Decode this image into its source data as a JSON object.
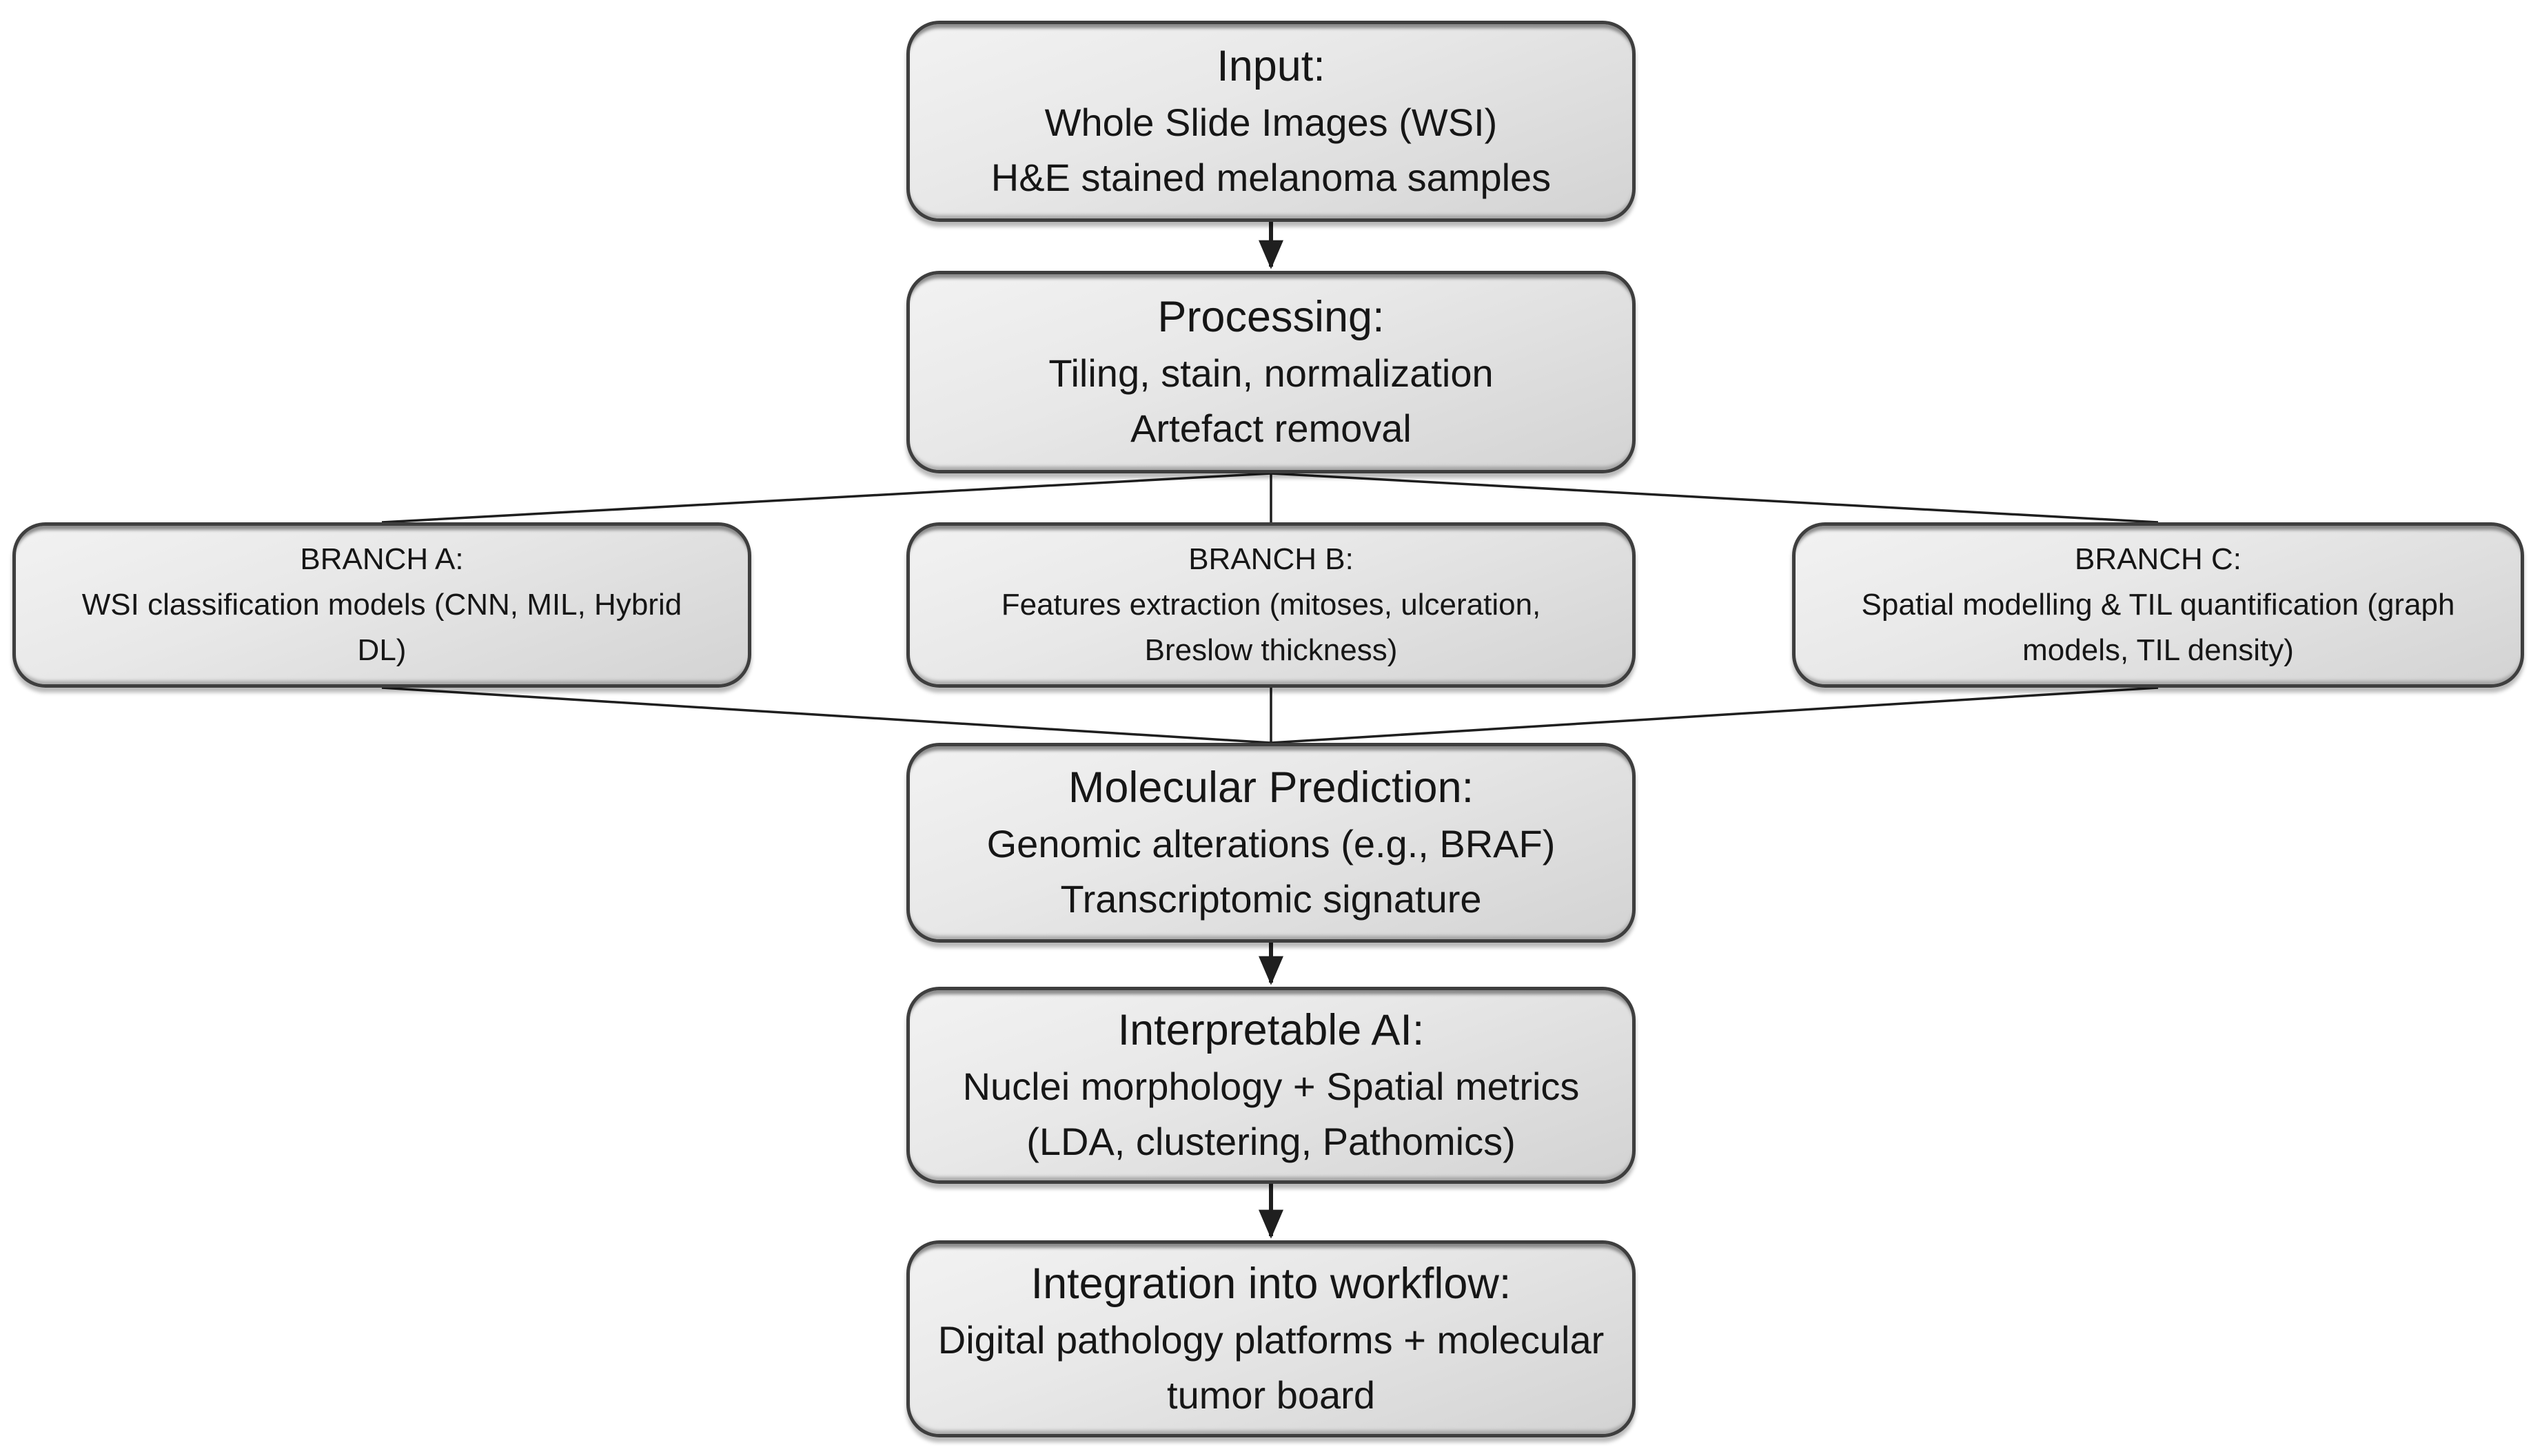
{
  "diagram": {
    "background_color": "#ffffff",
    "line_color": "#1f1f1f",
    "box_border_color": "#3e3e3e",
    "box_fill_light": "#f2f2f2",
    "box_fill_dark": "#d3d3d3",
    "text_color": "#161616"
  },
  "nodes": [
    {
      "id": "input",
      "title": "Input:",
      "lines": [
        "Whole Slide Images (WSI)",
        "H&E stained melanoma samples"
      ]
    },
    {
      "id": "processing",
      "title": "Processing:",
      "lines": [
        "Tiling, stain, normalization",
        "Artefact removal"
      ]
    },
    {
      "id": "branch-a",
      "title": "BRANCH A:",
      "lines": [
        "WSI classification models (CNN, MIL, Hybrid",
        "DL)"
      ]
    },
    {
      "id": "branch-b",
      "title": "BRANCH B:",
      "lines": [
        "Features extraction (mitoses, ulceration,",
        "Breslow thickness)"
      ]
    },
    {
      "id": "branch-c",
      "title": "BRANCH C:",
      "lines": [
        "Spatial modelling & TIL quantification (graph",
        "models, TIL density)"
      ]
    },
    {
      "id": "molecular",
      "title": "Molecular Prediction:",
      "lines": [
        "Genomic alterations (e.g., BRAF)",
        "Transcriptomic signature"
      ]
    },
    {
      "id": "interpretable",
      "title": "Interpretable AI:",
      "lines": [
        "Nuclei morphology + Spatial metrics",
        "(LDA, clustering, Pathomics)"
      ]
    },
    {
      "id": "integration",
      "title": "Integration into workflow:",
      "lines": [
        "Digital pathology platforms + molecular",
        "tumor board"
      ]
    }
  ],
  "edges": [
    {
      "from": "input",
      "to": "processing",
      "arrow": true
    },
    {
      "from": "processing",
      "to": "branch-a",
      "arrow": false
    },
    {
      "from": "processing",
      "to": "branch-b",
      "arrow": false
    },
    {
      "from": "processing",
      "to": "branch-c",
      "arrow": false
    },
    {
      "from": "branch-a",
      "to": "molecular",
      "arrow": false
    },
    {
      "from": "branch-b",
      "to": "molecular",
      "arrow": false
    },
    {
      "from": "branch-c",
      "to": "molecular",
      "arrow": false
    },
    {
      "from": "molecular",
      "to": "interpretable",
      "arrow": true
    },
    {
      "from": "interpretable",
      "to": "integration",
      "arrow": true
    }
  ]
}
